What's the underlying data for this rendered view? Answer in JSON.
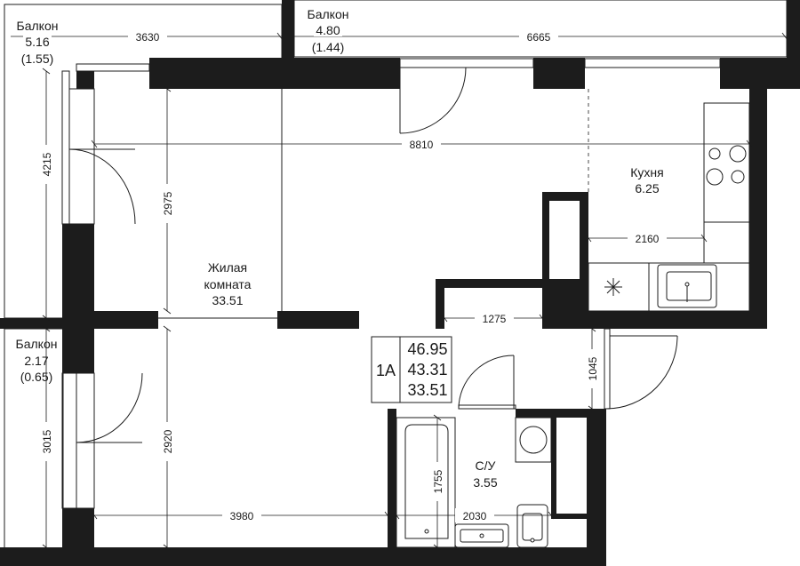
{
  "rooms": {
    "living": {
      "name_line1": "Жилая",
      "name_line2": "комната",
      "area": "33.51"
    },
    "kitchen": {
      "name": "Кухня",
      "area": "6.25"
    },
    "bathroom": {
      "name": "С/У",
      "area": "3.55"
    }
  },
  "balconies": {
    "left_top": {
      "name": "Балкон",
      "area": "5.16",
      "sub_area": "(1.55)"
    },
    "top": {
      "name": "Балкон",
      "area": "4.80",
      "sub_area": "(1.44)"
    },
    "left_bottom": {
      "name": "Балкон",
      "area": "2.17",
      "sub_area": "(0.65)"
    }
  },
  "summary": {
    "apartment_type": "1A",
    "total_area": "46.95",
    "living_area_total": "43.31",
    "room_area": "33.51"
  },
  "dimensions": {
    "d3630": "3630",
    "d6665": "6665",
    "d8810": "8810",
    "d4215": "4215",
    "d2975": "2975",
    "d2160": "2160",
    "d1275": "1275",
    "d1045": "1045",
    "d3015": "3015",
    "d2920": "2920",
    "d1755": "1755",
    "d3980": "3980",
    "d2030": "2030"
  }
}
